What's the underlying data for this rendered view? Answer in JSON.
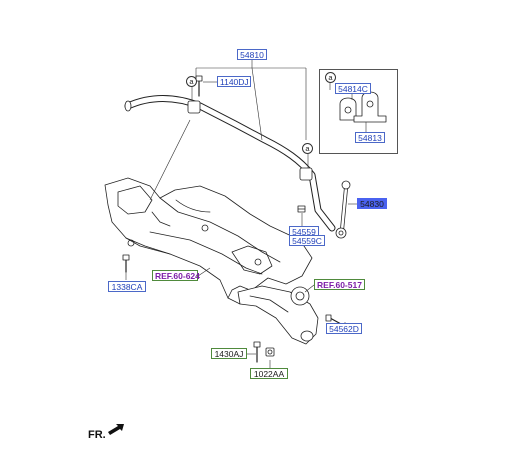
{
  "parts": {
    "stabilizer_bar_assy": "54810",
    "bolt_1140dj": "1140DJ",
    "inset_callout": "a",
    "bar_callout_left": "a",
    "bar_callout_right": "a",
    "bushing": "54814C",
    "bracket": "54813",
    "link_assy": "54830",
    "nut_54559": "54559",
    "nut_54559c": "54559C",
    "bolt_1338ca": "1338CA",
    "ref_subframe": "REF.60-624",
    "ref_knuckle": "REF.60-517",
    "ball_joint_54562d": "54562D",
    "bolt_1430aj": "1430AJ",
    "nut_1022aa": "1022AA"
  },
  "direction_label": "FR."
}
